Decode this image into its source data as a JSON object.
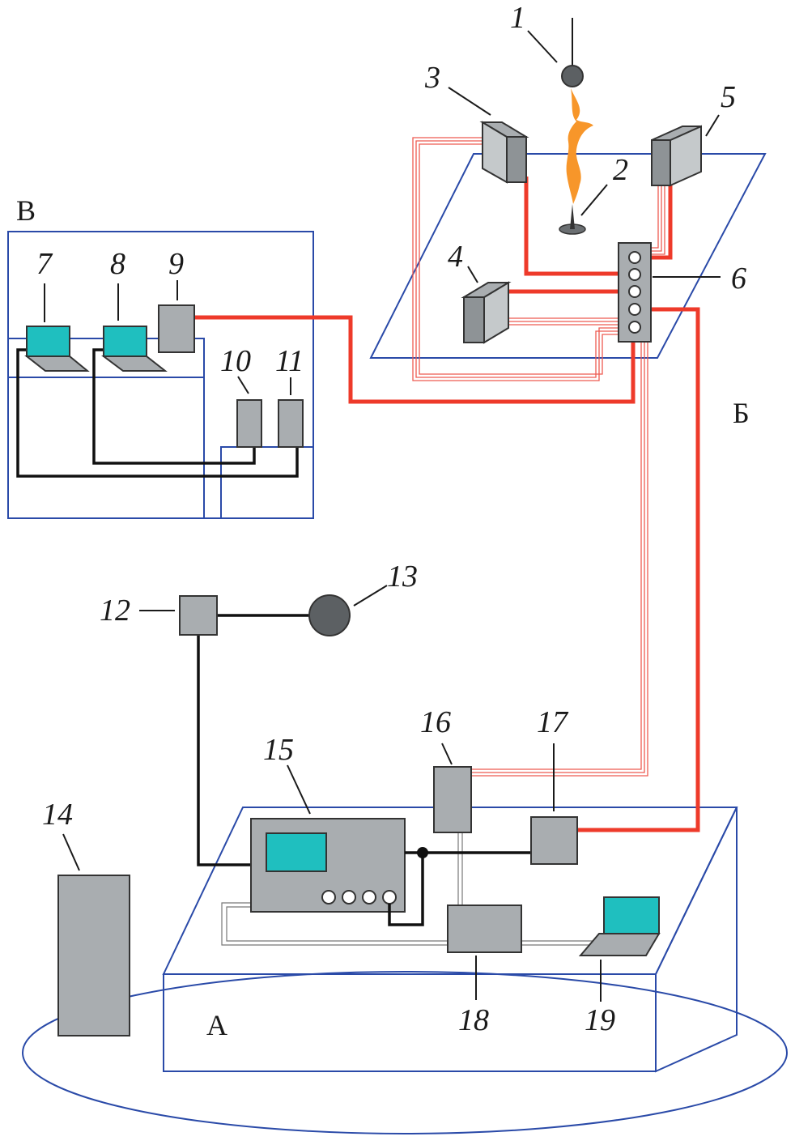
{
  "diagram": {
    "zones": {
      "A": "А",
      "B": "Б",
      "C": "В"
    },
    "labels": {
      "n1": "1",
      "n2": "2",
      "n3": "3",
      "n4": "4",
      "n5": "5",
      "n6": "6",
      "n7": "7",
      "n8": "8",
      "n9": "9",
      "n10": "10",
      "n11": "11",
      "n12": "12",
      "n13": "13",
      "n14": "14",
      "n15": "15",
      "n16": "16",
      "n17": "17",
      "n18": "18",
      "n19": "19"
    },
    "colors": {
      "zone_outline": "#2a4aa8",
      "power_cable": "#ee3a2a",
      "signal_cable": "#111111",
      "device_fill": "#a9adb0",
      "screen_fill": "#1fbfbf",
      "flame": "#f7962a"
    }
  }
}
